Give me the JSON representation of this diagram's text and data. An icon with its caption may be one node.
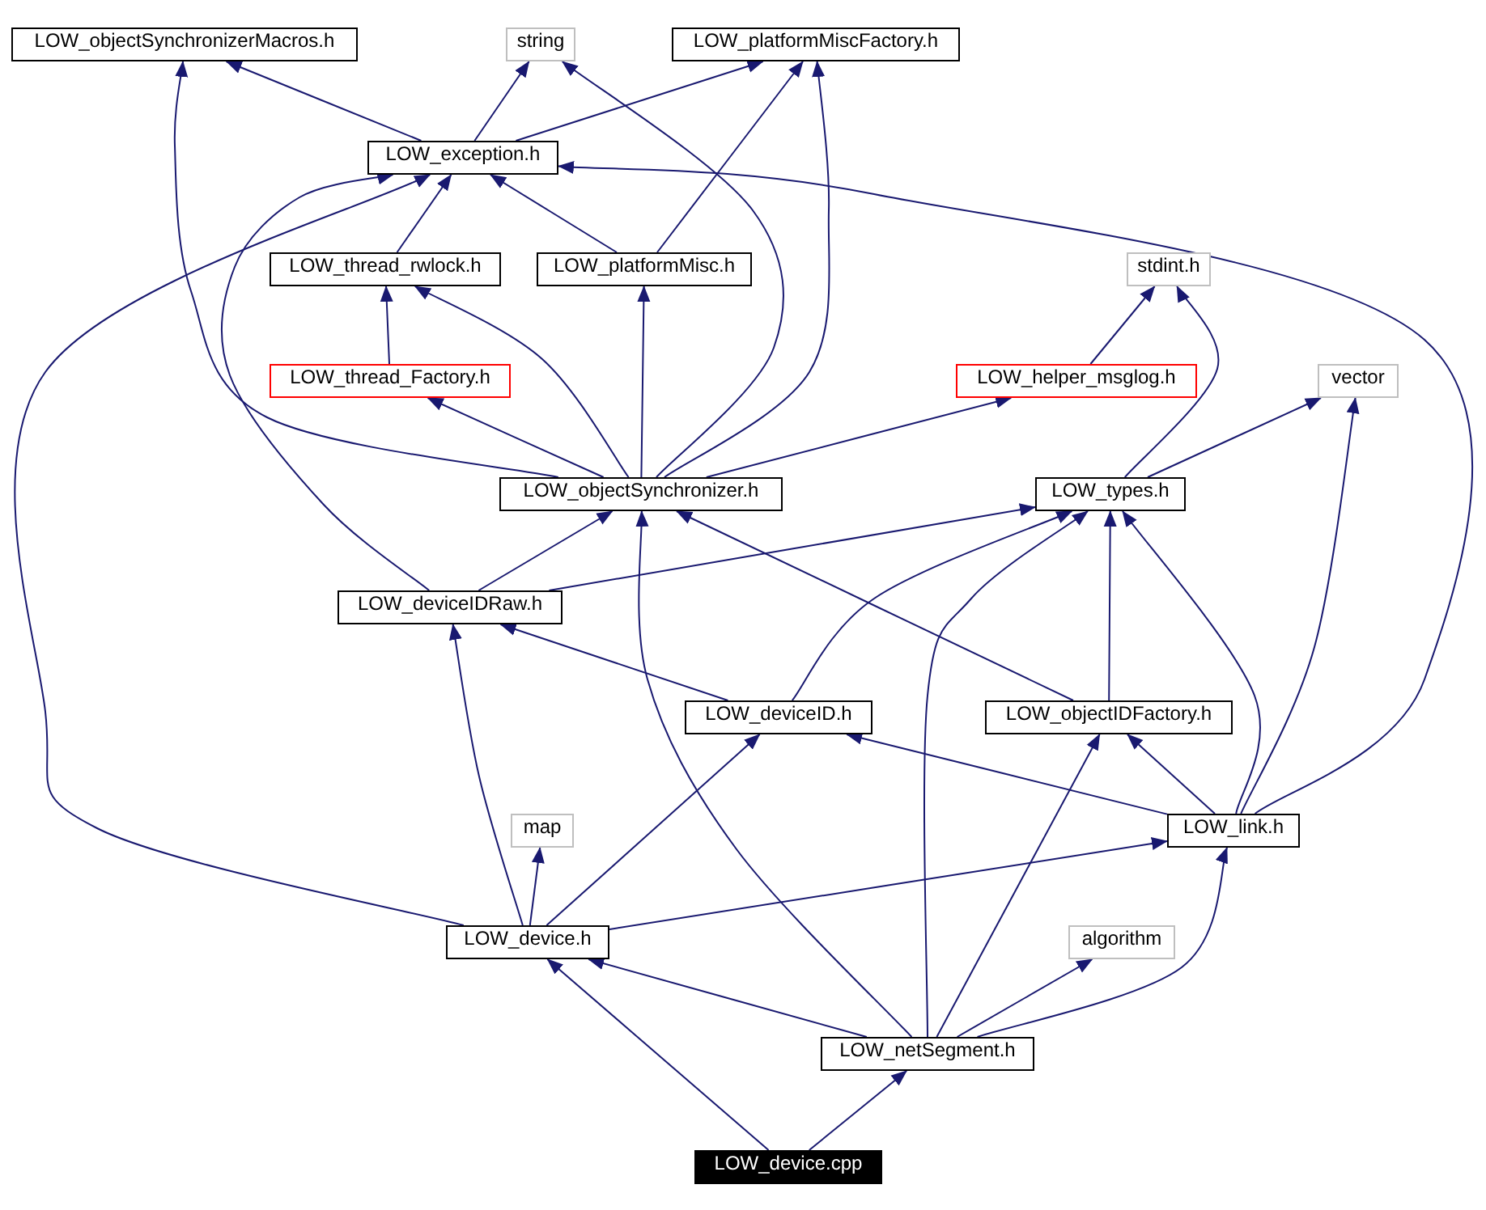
{
  "diagram": {
    "nodes": [
      {
        "text": [
          "LOW_objectSynchronizerMacros.h"
        ]
      },
      {
        "text": [
          "string"
        ]
      },
      {
        "text": [
          "LOW_platformMiscFactory.h"
        ]
      },
      {
        "text": [
          "LOW_exception.h"
        ]
      },
      {
        "text": [
          "LOW_thread_rwlock.h"
        ]
      },
      {
        "text": [
          "LOW_platformMisc.h"
        ]
      },
      {
        "text": [
          "stdint.h"
        ]
      },
      {
        "text": [
          "LOW_thread_Factory.h"
        ]
      },
      {
        "text": [
          "LOW_helper_msglog.h"
        ]
      },
      {
        "text": [
          "vector"
        ]
      },
      {
        "text": [
          "LOW_objectSynchronizer.h"
        ]
      },
      {
        "text": [
          "LOW_types.h"
        ]
      },
      {
        "text": [
          "LOW_deviceIDRaw.h"
        ]
      },
      {
        "text": [
          "LOW_deviceID.h"
        ]
      },
      {
        "text": [
          "LOW_objectIDFactory.h"
        ]
      },
      {
        "text": [
          "map"
        ]
      },
      {
        "text": [
          "LOW_link.h"
        ]
      },
      {
        "text": [
          "LOW_device.h"
        ]
      },
      {
        "text": [
          "algorithm"
        ]
      },
      {
        "text": [
          "LOW_netSegment.h"
        ]
      },
      {
        "text": [
          "LOW_device.cpp"
        ]
      }
    ],
    "edges": [
      {
        "from": 20,
        "to": 17,
        "arrow": "to"
      },
      {
        "from": 20,
        "to": 19,
        "arrow": "to"
      },
      {
        "from": 19,
        "to": 17,
        "arrow": "to"
      },
      {
        "from": 19,
        "to": 10,
        "arrow": "to"
      },
      {
        "from": 19,
        "to": 11,
        "arrow": "to"
      },
      {
        "from": 19,
        "to": 14,
        "arrow": "to"
      },
      {
        "from": 19,
        "to": 18,
        "arrow": "to"
      },
      {
        "from": 19,
        "to": 16,
        "arrow": "to"
      },
      {
        "from": 17,
        "to": 3,
        "arrow": "to"
      },
      {
        "from": 17,
        "to": 12,
        "arrow": "to"
      },
      {
        "from": 17,
        "to": 15,
        "arrow": "to"
      },
      {
        "from": 17,
        "to": 13,
        "arrow": "to"
      },
      {
        "from": 17,
        "to": 16,
        "arrow": "to"
      },
      {
        "from": 16,
        "to": 13,
        "arrow": "to"
      },
      {
        "from": 16,
        "to": 14,
        "arrow": "to"
      },
      {
        "from": 16,
        "to": 11,
        "arrow": "to"
      },
      {
        "from": 16,
        "to": 9,
        "arrow": "to"
      },
      {
        "from": 16,
        "to": 3,
        "arrow": "to"
      },
      {
        "from": 14,
        "to": 11,
        "arrow": "to"
      },
      {
        "from": 14,
        "to": 10,
        "arrow": "to"
      },
      {
        "from": 13,
        "to": 12,
        "arrow": "to"
      },
      {
        "from": 13,
        "to": 11,
        "arrow": "to"
      },
      {
        "from": 12,
        "to": 10,
        "arrow": "to"
      },
      {
        "from": 12,
        "to": 11,
        "arrow": "to"
      },
      {
        "from": 12,
        "to": 3,
        "arrow": "to"
      },
      {
        "from": 11,
        "to": 6,
        "arrow": "to"
      },
      {
        "from": 11,
        "to": 9,
        "arrow": "to"
      },
      {
        "from": 10,
        "to": 7,
        "arrow": "to"
      },
      {
        "from": 10,
        "to": 4,
        "arrow": "to"
      },
      {
        "from": 10,
        "to": 5,
        "arrow": "to"
      },
      {
        "from": 10,
        "to": 8,
        "arrow": "to"
      },
      {
        "from": 10,
        "to": 0,
        "arrow": "to"
      },
      {
        "from": 10,
        "to": 1,
        "arrow": "to"
      },
      {
        "from": 10,
        "to": 2,
        "arrow": "to"
      },
      {
        "from": 7,
        "to": 4,
        "arrow": "to"
      },
      {
        "from": 4,
        "to": 3,
        "arrow": "to"
      },
      {
        "from": 5,
        "to": 3,
        "arrow": "to"
      },
      {
        "from": 5,
        "to": 2,
        "arrow": "to"
      },
      {
        "from": 3,
        "to": 0,
        "arrow": "to"
      },
      {
        "from": 3,
        "to": 1,
        "arrow": "to"
      },
      {
        "from": 3,
        "to": 2,
        "arrow": "to"
      },
      {
        "from": 8,
        "to": 6,
        "arrow": "to"
      }
    ]
  }
}
